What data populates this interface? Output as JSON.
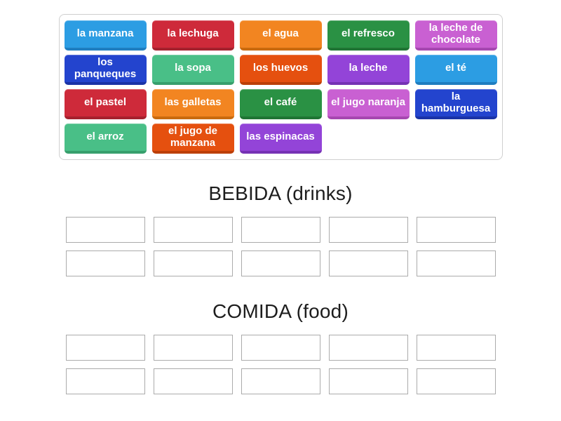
{
  "activity": {
    "kind": "group-sort"
  },
  "palette": {
    "blue": {
      "bg": "#2C9DE3",
      "edge": "#1F7EC0"
    },
    "crimson": {
      "bg": "#CE2A3A",
      "edge": "#A5212E"
    },
    "orange": {
      "bg": "#F28521",
      "edge": "#C96A0E"
    },
    "green": {
      "bg": "#2A9144",
      "edge": "#1F7434"
    },
    "orchid": {
      "bg": "#C960D2",
      "edge": "#A647B0"
    },
    "royal_blue": {
      "bg": "#2344CE",
      "edge": "#1A33A6"
    },
    "sea_green": {
      "bg": "#49BF87",
      "edge": "#379F6C"
    },
    "orange_red": {
      "bg": "#E5500F",
      "edge": "#BC3F08"
    },
    "purple": {
      "bg": "#9344D8",
      "edge": "#7632B4"
    }
  },
  "word_bank": {
    "tiles": [
      {
        "label": "la manzana",
        "color": "blue"
      },
      {
        "label": "la lechuga",
        "color": "crimson"
      },
      {
        "label": "el agua",
        "color": "orange"
      },
      {
        "label": "el refresco",
        "color": "green"
      },
      {
        "label": "la leche de chocolate",
        "color": "orchid"
      },
      {
        "label": "los panqueques",
        "color": "royal_blue"
      },
      {
        "label": "la sopa",
        "color": "sea_green"
      },
      {
        "label": "los huevos",
        "color": "orange_red"
      },
      {
        "label": "la leche",
        "color": "purple"
      },
      {
        "label": "el té",
        "color": "blue"
      },
      {
        "label": "el pastel",
        "color": "crimson"
      },
      {
        "label": "las galletas",
        "color": "orange"
      },
      {
        "label": "el café",
        "color": "green"
      },
      {
        "label": "el jugo naranja",
        "color": "orchid"
      },
      {
        "label": "la hamburguesa",
        "color": "royal_blue"
      },
      {
        "label": "el arroz",
        "color": "sea_green"
      },
      {
        "label": "el jugo de manzana",
        "color": "orange_red"
      },
      {
        "label": "las espinacas",
        "color": "purple"
      }
    ]
  },
  "groups": [
    {
      "title": "BEBIDA (drinks)",
      "slot_count": 10,
      "columns": 5
    },
    {
      "title": "COMIDA (food)",
      "slot_count": 10,
      "columns": 5
    }
  ]
}
